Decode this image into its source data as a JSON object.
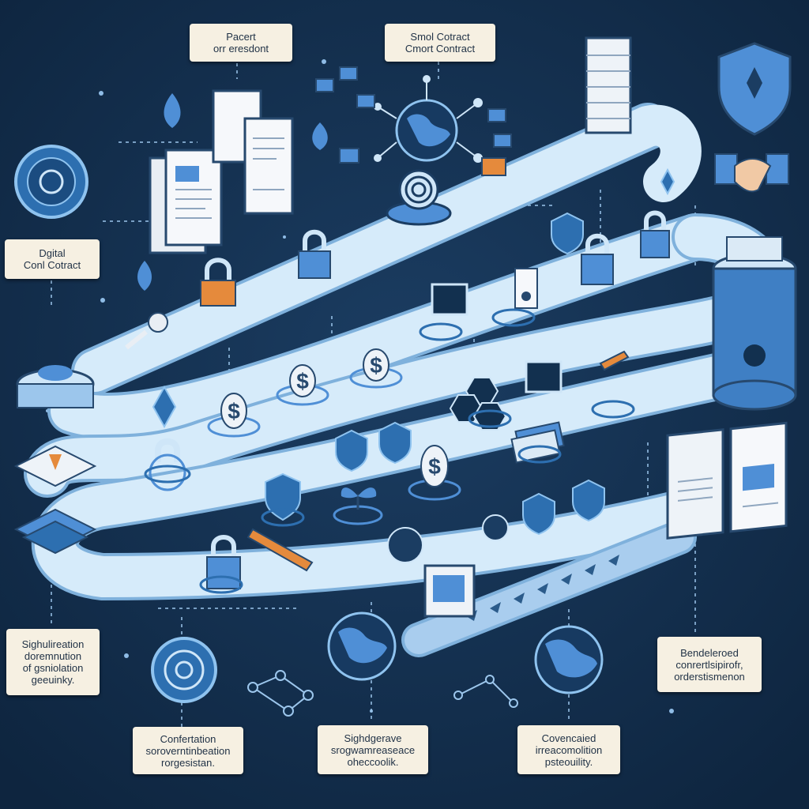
{
  "labels": {
    "patent": {
      "lines": [
        "Pacert",
        "orr eresdont"
      ]
    },
    "smart_contract": {
      "lines": [
        "Smol Cotract",
        "Cmort Contract"
      ]
    },
    "digital_contract": {
      "lines": [
        "Dgital",
        "Conl Cotract"
      ]
    },
    "signature_documentation": {
      "lines": [
        "Sighulireation",
        "doremnution",
        "of gsniolation",
        "geeuinky."
      ]
    },
    "decentralized": {
      "lines": [
        "Bendeleroed",
        "conrertlsipirofr,",
        "orderstismenon"
      ]
    },
    "conversation": {
      "lines": [
        "Confertation",
        "soroverntinbeation",
        "rorgesistan."
      ]
    },
    "signature_storage": {
      "lines": [
        "Sighdgerave",
        "srogwamreaseace",
        "oheccoolik."
      ]
    },
    "coverage": {
      "lines": [
        "Covencaied",
        "irreacomolition",
        "psteouility."
      ]
    }
  },
  "colors": {
    "background": "#12304f",
    "road": "#cfe6f8",
    "icon": "#4f8fd6",
    "label_bg": "#f6f0e2",
    "accent_orange": "#e58a3c"
  },
  "icons": [
    "document-icon",
    "padlock-icon",
    "dollar-coin-icon",
    "globe-icon",
    "shield-icon",
    "handshake-icon",
    "server-stack-icon",
    "envelope-icon",
    "fingerprint-icon",
    "network-icon",
    "key-icon",
    "pen-icon",
    "plant-icon",
    "database-icon"
  ]
}
